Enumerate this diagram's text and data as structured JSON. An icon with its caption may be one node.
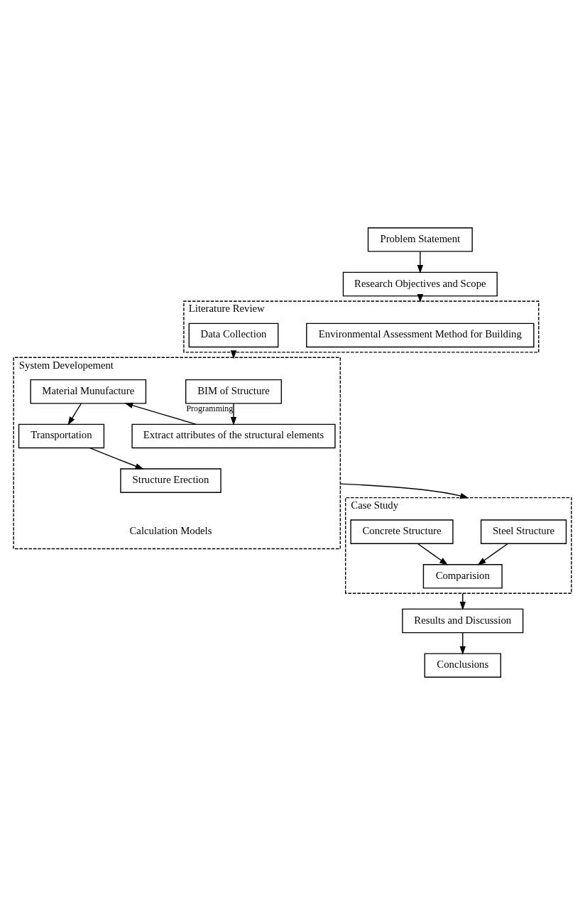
{
  "diagram": {
    "nodes": [
      {
        "text": [
          "Problem Statement"
        ]
      },
      {
        "text": [
          "Research Objectives and Scope"
        ]
      },
      {
        "text": [
          "Literature Review"
        ]
      },
      {
        "text": [
          "Environmental Assessment Method for Building"
        ],
        "in": 2
      },
      {
        "text": [
          "Data Collection"
        ],
        "in": 2
      },
      {
        "text": [
          "System Developement"
        ]
      },
      {
        "text": [
          "BIM of Structure"
        ],
        "in": 5
      },
      {
        "text": [
          "Extract attributes of the structural elements"
        ],
        "in": 5
      },
      {
        "text": [
          "Material Munufacture"
        ],
        "in": 5
      },
      {
        "text": [
          "Transportation"
        ],
        "in": 5
      },
      {
        "text": [
          "Structure Erection"
        ],
        "in": 5
      },
      {
        "text": [
          "Case Study"
        ]
      },
      {
        "text": [
          "Steel Structure"
        ],
        "in": 11
      },
      {
        "text": [
          "Concrete Structure"
        ],
        "in": 11
      },
      {
        "text": [
          "Comparision"
        ],
        "in": 11
      },
      {
        "text": [
          "Results and Discussion"
        ]
      },
      {
        "text": [
          "Conclusions"
        ]
      }
    ],
    "edges": [
      {
        "from": 0,
        "to": 1,
        "arrow": "to"
      },
      {
        "from": 1,
        "to": 2,
        "arrow": "to"
      },
      {
        "from": 2,
        "to": 5,
        "arrow": "to"
      },
      {
        "from": 6,
        "to": 7,
        "arrow": "to",
        "label": "Programming"
      },
      {
        "from": 7,
        "to": 8,
        "arrow": "to"
      },
      {
        "from": 8,
        "to": 9,
        "arrow": "to"
      },
      {
        "from": 9,
        "to": 10,
        "arrow": "to"
      },
      {
        "from": 5,
        "to": 11,
        "arrow": "to"
      },
      {
        "from": 12,
        "to": 14,
        "arrow": "to"
      },
      {
        "from": 13,
        "to": 14,
        "arrow": "to"
      },
      {
        "from": 11,
        "to": 15,
        "arrow": "to"
      },
      {
        "from": 15,
        "to": 16,
        "arrow": "to"
      }
    ],
    "labels": [
      "Calculation Models"
    ]
  }
}
